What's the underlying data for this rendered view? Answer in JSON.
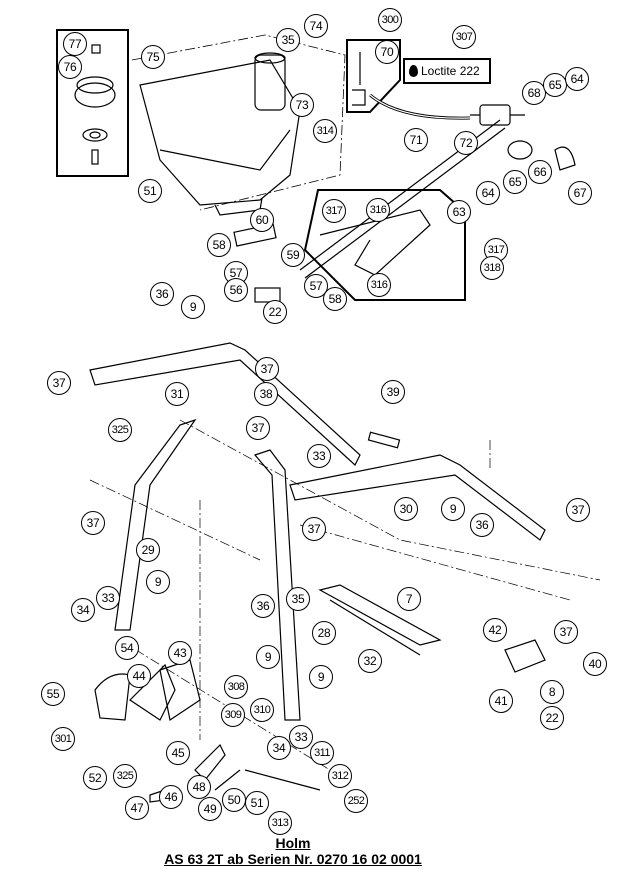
{
  "diagram": {
    "title": "Holm",
    "subtitle": "AS 63 2T ab Serien Nr. 0270 16 02 0001",
    "note_label": "Loctite 222",
    "note_icon": "drop-icon",
    "callouts": [
      "77",
      "76",
      "75",
      "35",
      "74",
      "300",
      "70",
      "307",
      "73",
      "314",
      "71",
      "72",
      "68",
      "65",
      "64",
      "65",
      "64",
      "66",
      "67",
      "51",
      "63",
      "317",
      "316",
      "317",
      "318",
      "316",
      "60",
      "58",
      "59",
      "57",
      "56",
      "22",
      "57",
      "58",
      "36",
      "9",
      "37",
      "31",
      "37",
      "38",
      "39",
      "325",
      "37",
      "33",
      "30",
      "9",
      "36",
      "37",
      "37",
      "29",
      "37",
      "9",
      "34",
      "33",
      "36",
      "35",
      "9",
      "7",
      "42",
      "28",
      "32",
      "40",
      "37",
      "41",
      "8",
      "22",
      "9",
      "54",
      "43",
      "44",
      "55",
      "308",
      "309",
      "310",
      "301",
      "52",
      "325",
      "45",
      "34",
      "33",
      "311",
      "312",
      "47",
      "46",
      "48",
      "49",
      "50",
      "51",
      "252",
      "313"
    ]
  }
}
